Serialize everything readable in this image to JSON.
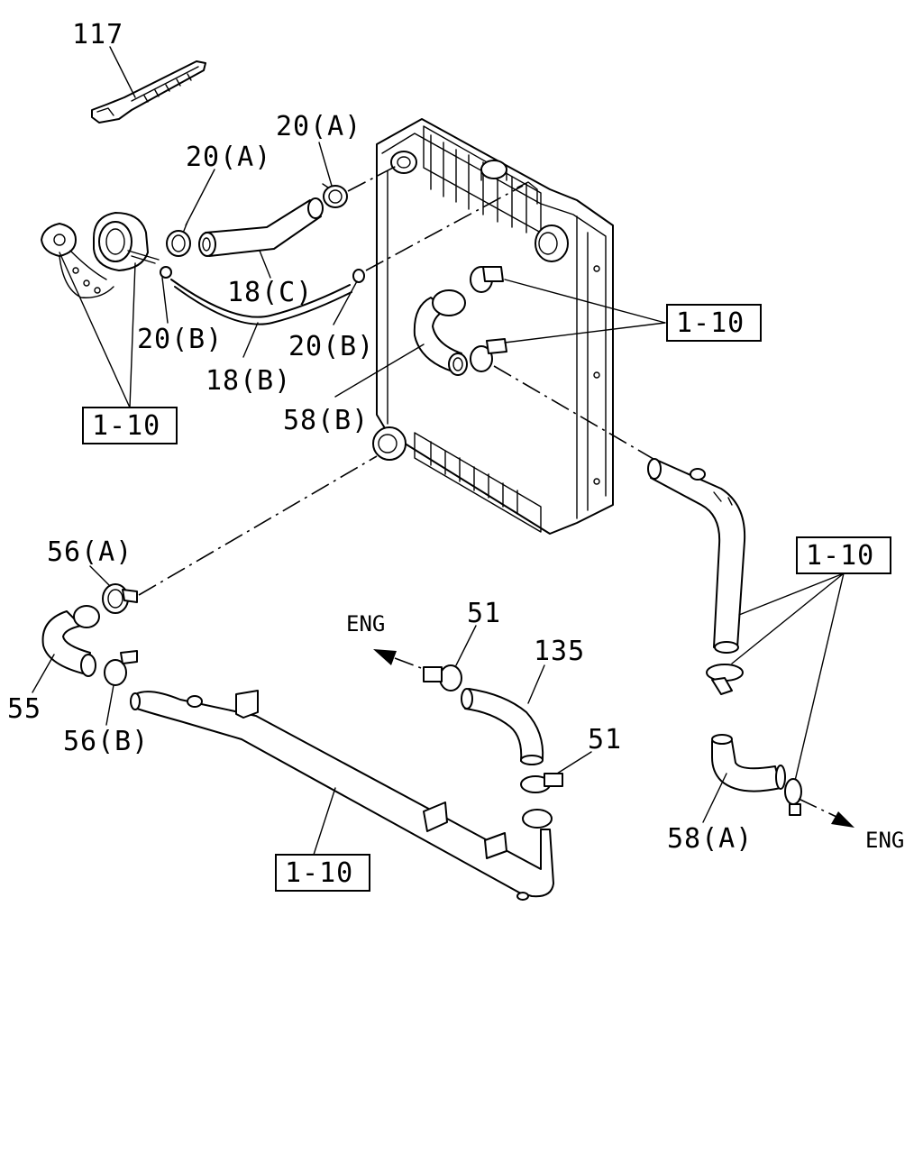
{
  "labels": {
    "p117": "117",
    "p20a_1": "20(A)",
    "p20a_2": "20(A)",
    "p18c": "18(C)",
    "p20b_1": "20(B)",
    "p20b_2": "20(B)",
    "p18b": "18(B)",
    "p58b": "58(B)",
    "p56a": "56(A)",
    "p55": "55",
    "p56b": "56(B)",
    "p51_1": "51",
    "p135": "135",
    "p51_2": "51",
    "p58a": "58(A)",
    "eng_left": "ENG",
    "eng_right": "ENG"
  },
  "refs": {
    "ref_top_right": "1-10",
    "ref_left": "1-10",
    "ref_right": "1-10",
    "ref_bottom": "1-10"
  }
}
